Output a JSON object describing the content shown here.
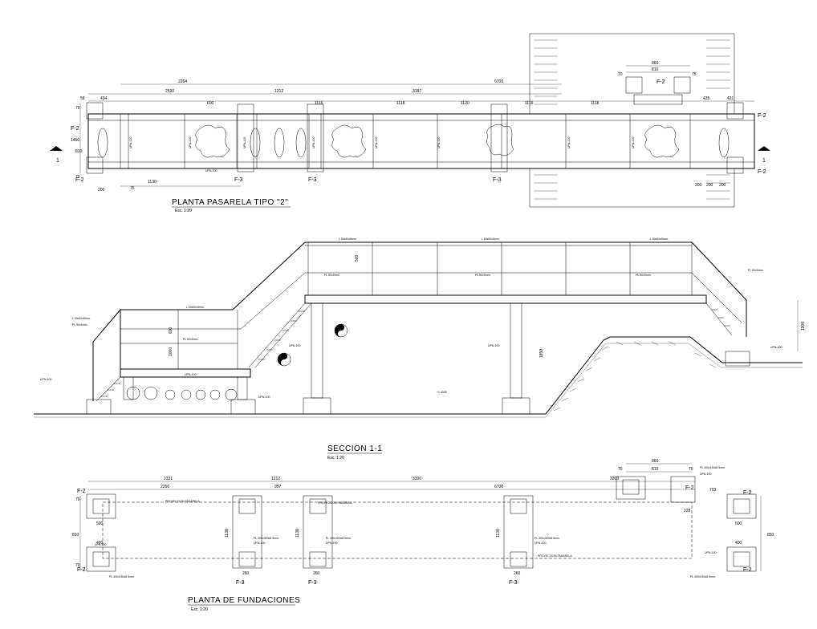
{
  "titles": {
    "plan": "PLANTA PASARELA TIPO \"2\"",
    "plan_scale": "Esc. 1:20",
    "section": "SECCION 1-1",
    "section_scale": "Esc. 1:20",
    "foundations": "PLANTA DE FUNDACIONES",
    "foundations_scale": "Esc. 1:20"
  },
  "plan": {
    "section_mark": "1",
    "footings": [
      "F-2",
      "F-2",
      "F-3",
      "F-3",
      "F-3",
      "F-2",
      "F-2",
      "F-2"
    ],
    "dims_top": [
      "2264",
      "6700",
      "2530",
      "1212",
      "3187",
      "434",
      "600",
      "1116",
      "1118",
      "1120",
      "1116",
      "1118",
      "860",
      "810",
      "435",
      "421",
      "58",
      "70",
      "75"
    ],
    "dims_side": [
      "70",
      "1450",
      "810",
      "70"
    ],
    "dims_bottom": [
      "200",
      "75",
      "1130",
      "200",
      "200",
      "200"
    ],
    "members": [
      "UPN-100",
      "UPN-100",
      "UPN-100",
      "UPN-100",
      "UPN-100",
      "UPN-100",
      "UPN-100",
      "UPN-100",
      "UPN-100"
    ]
  },
  "section": {
    "labels": {
      "angle_top": "L 50x50x5mm.",
      "angle_side": "L 40x40x5mm.",
      "plate_side": "PL 50x5mm.",
      "plate_mid": "PL 50x5mm.",
      "plate_right": "PL 50x5mm.",
      "upn": "UPN-100",
      "level": "+1.4335",
      "height_dim": "1000",
      "col_height": "1850",
      "rail_h1": "500",
      "rail_h2": "600",
      "rail_h3": "1000"
    }
  },
  "foundations": {
    "footings": [
      "F-2",
      "F-2",
      "F-3",
      "F-3",
      "F-3",
      "F-2",
      "F-2",
      "F-2"
    ],
    "dims_top": [
      "2331",
      "1212",
      "3300",
      "3203",
      "2256",
      "957",
      "6700",
      "860",
      "810",
      "70",
      "70",
      "703"
    ],
    "projection": "PROYECCION PASARELA",
    "plate_notes": [
      "PL 300x300x8.5mm.",
      "PL 300x300x8.5mm.",
      "PL 300x300x8.5mm.",
      "PL 400x150x8.5mm.",
      "PL 400x150x8.5mm."
    ],
    "upn": [
      "UPN-100",
      "UPN-100",
      "UPN-100",
      "UPN-100",
      "UPN-100",
      "UPN-100"
    ],
    "dims_side": [
      "70",
      "810",
      "70",
      "500",
      "400",
      "1130",
      "1130",
      "1130",
      "260",
      "260",
      "260",
      "500",
      "400",
      "850",
      "228"
    ]
  }
}
